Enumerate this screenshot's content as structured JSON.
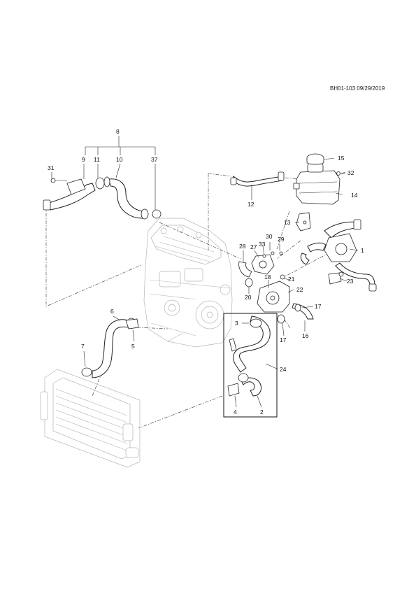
{
  "reference": "BH01-103 09/29/2019",
  "callouts": {
    "c1": "1",
    "c2": "2",
    "c3": "3",
    "c4": "4",
    "c5": "5",
    "c6": "6",
    "c7": "7",
    "c8": "8",
    "c9": "9",
    "c10": "10",
    "c11": "11",
    "c12": "12",
    "c13": "13",
    "c14": "14",
    "c15": "15",
    "c16": "16",
    "c17a": "17",
    "c17b": "17",
    "c18": "18",
    "c20": "20",
    "c21": "21",
    "c22": "22",
    "c23": "23",
    "c24": "24",
    "c27": "27",
    "c28": "28",
    "c29": "29",
    "c30": "30",
    "c31": "31",
    "c32": "32",
    "c33": "33",
    "c37": "37"
  },
  "parts": {
    "engine": "engine-block",
    "radiator": "radiator",
    "reservoir": "coolant-reservoir",
    "cap": "reservoir-cap",
    "thermostat_housing": "thermostat-housing",
    "water_pump": "water-pump"
  }
}
